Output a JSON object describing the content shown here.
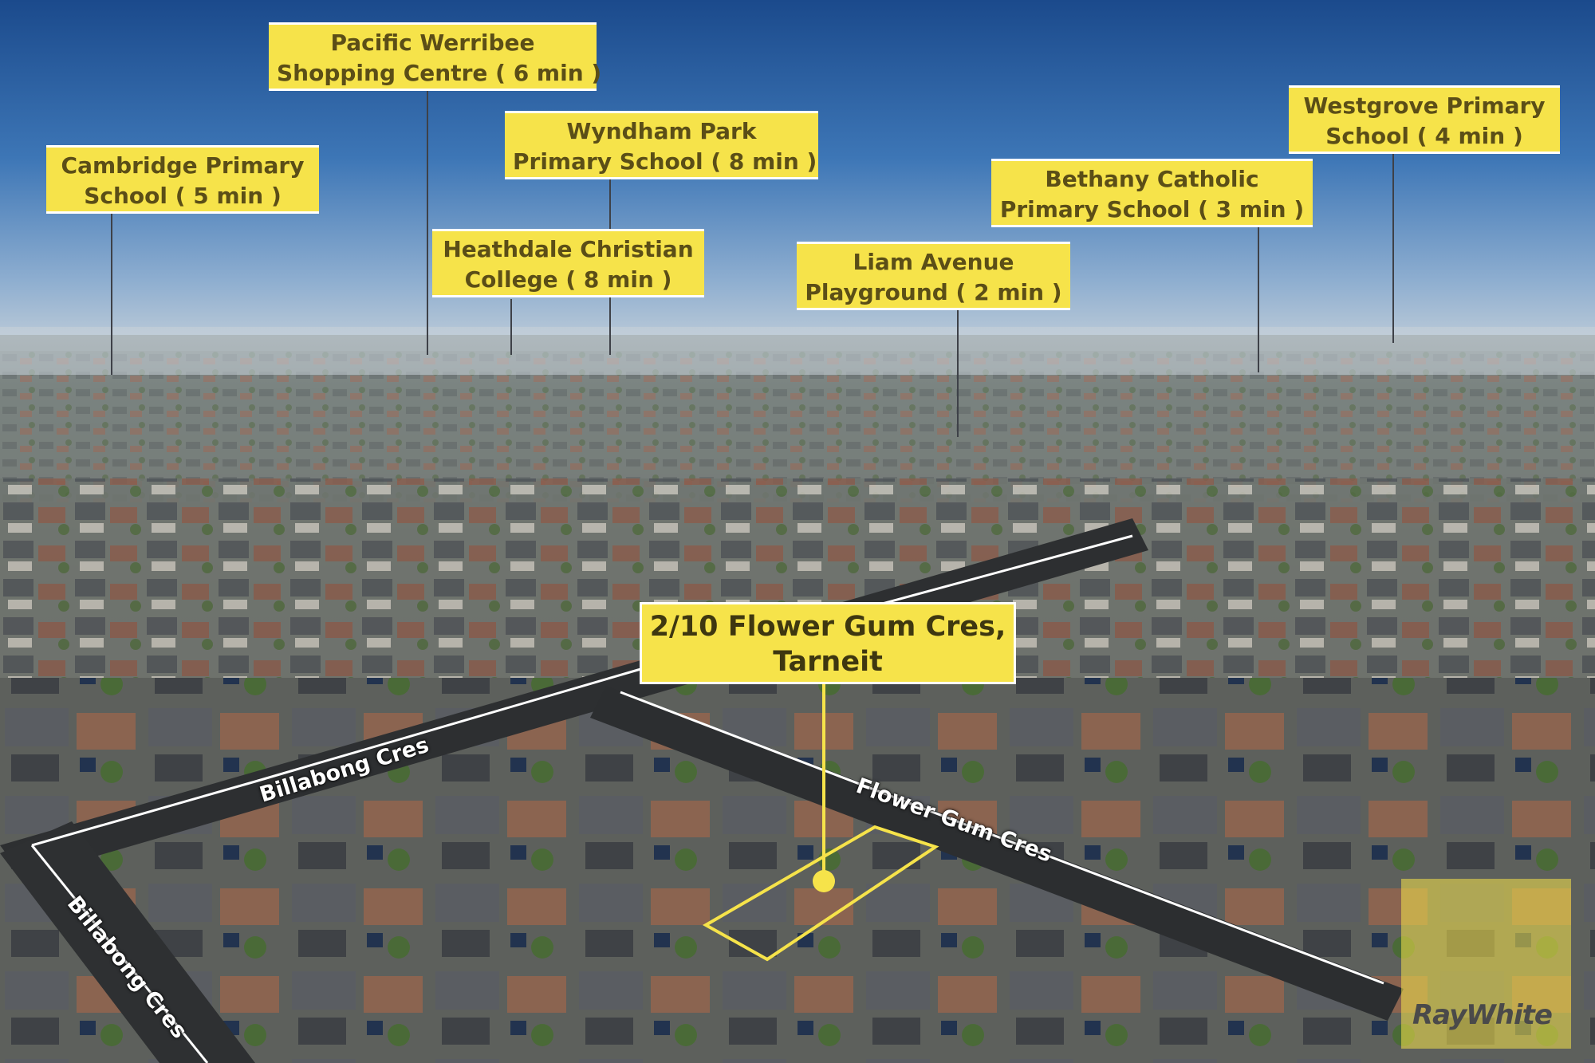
{
  "image_description_free": true,
  "property": {
    "address_line1": "2/10 Flower Gum Cres,",
    "address_line2": "Tarneit"
  },
  "points_of_interest": [
    {
      "id": "pacific-werribee",
      "line1": "Pacific Werribee",
      "line2": "Shopping Centre ( 6 min )"
    },
    {
      "id": "wyndham-park",
      "line1": "Wyndham Park",
      "line2": "Primary School ( 8 min )"
    },
    {
      "id": "cambridge-primary",
      "line1": "Cambridge Primary",
      "line2": "School ( 5 min )"
    },
    {
      "id": "heathdale-christian",
      "line1": "Heathdale Christian",
      "line2": "College ( 8 min )"
    },
    {
      "id": "liam-avenue",
      "line1": "Liam Avenue",
      "line2": "Playground ( 2 min )"
    },
    {
      "id": "bethany-catholic",
      "line1": "Bethany Catholic",
      "line2": "Primary School ( 3 min )"
    },
    {
      "id": "westgrove-primary",
      "line1": "Westgrove Primary",
      "line2": "School ( 4 min )"
    }
  ],
  "streets": [
    {
      "id": "billabong-upper",
      "name": "Billabong Cres"
    },
    {
      "id": "billabong-lower",
      "name": "Billabong Cres"
    },
    {
      "id": "flower-gum",
      "name": "Flower Gum Cres"
    }
  ],
  "brand": {
    "name": "RayWhite"
  },
  "colors": {
    "label_yellow": "#f6e34a",
    "sky_top": "#1d4f8f",
    "sky_horizon": "#b9c8d6"
  }
}
